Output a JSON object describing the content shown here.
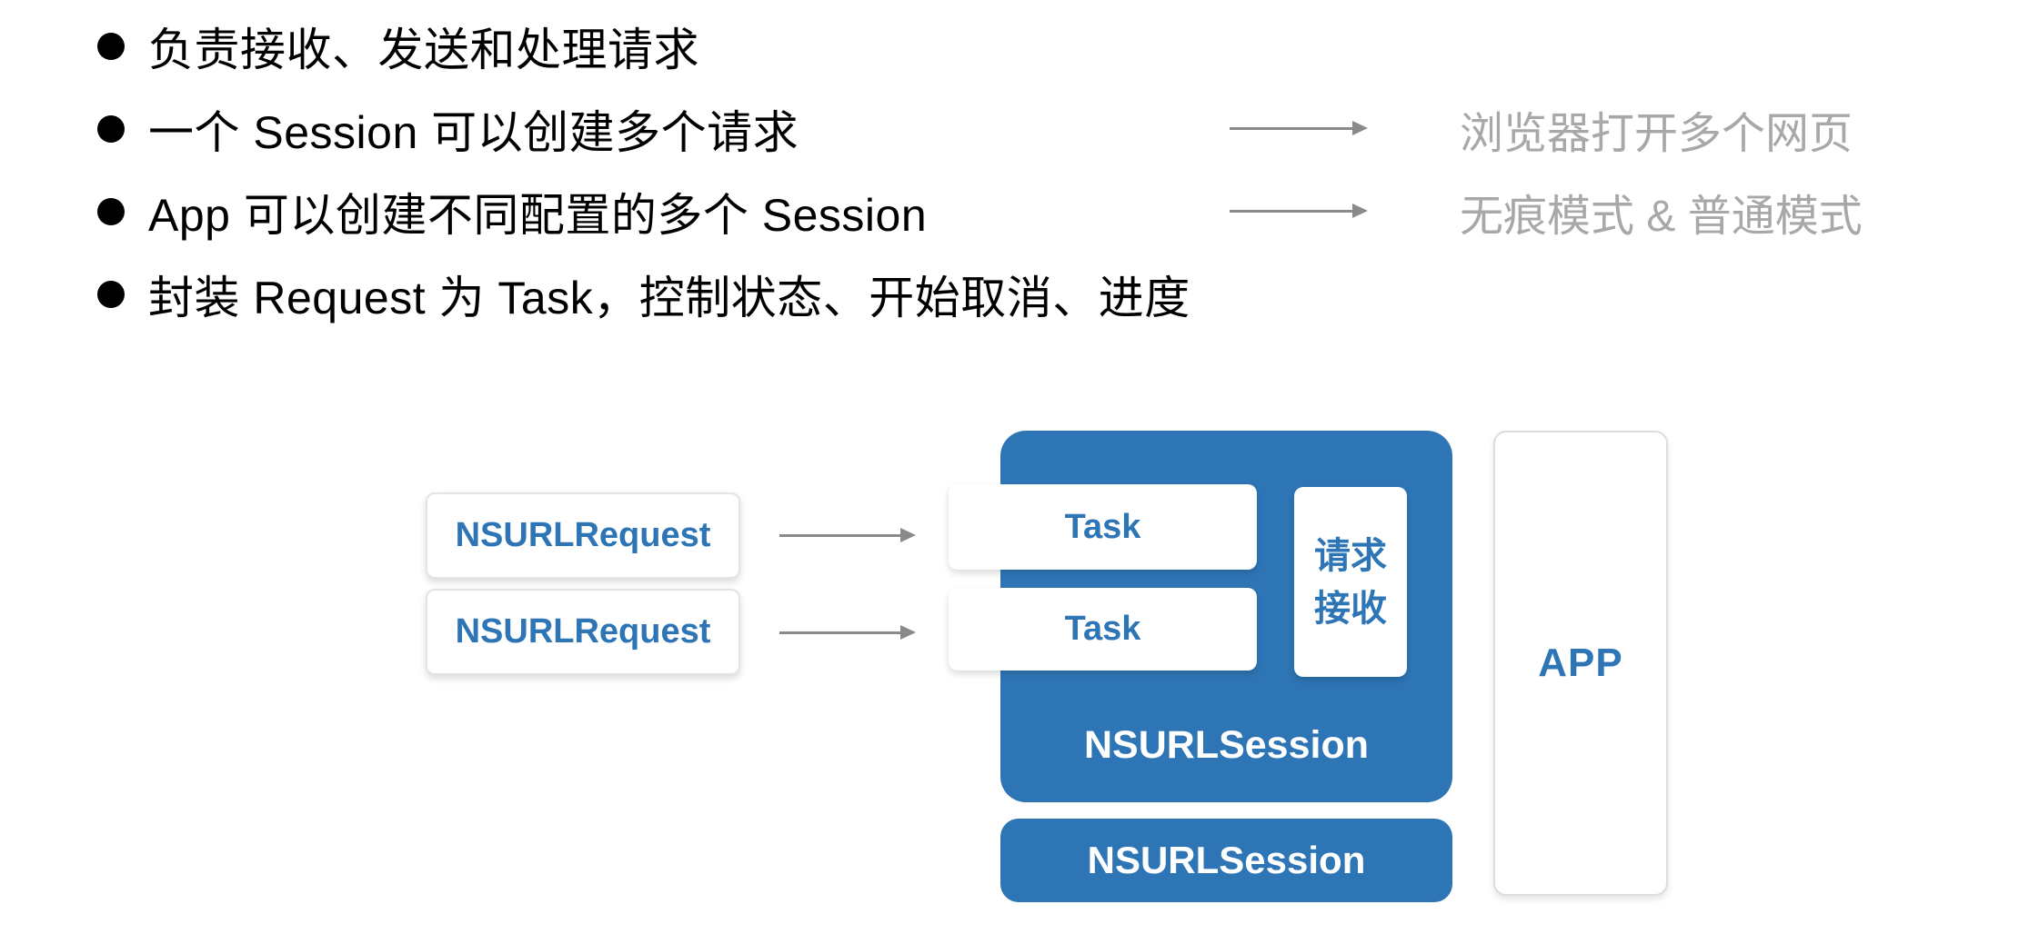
{
  "colors": {
    "accent_blue": "#2e75b6",
    "text_black": "#000000",
    "muted_gray_text": "#a8a8a8",
    "arrow_gray": "#8a8a8a",
    "box_border": "#e3e3e3",
    "white": "#ffffff"
  },
  "bullets": {
    "items": [
      {
        "text": "负责接收、发送和处理请求",
        "annotation": ""
      },
      {
        "text": "一个 Session 可以创建多个请求",
        "annotation": "浏览器打开多个网页"
      },
      {
        "text": "App 可以创建不同配置的多个 Session",
        "annotation": "无痕模式 & 普通模式"
      },
      {
        "text": "封装 Request 为 Task，控制状态、开始取消、进度",
        "annotation": ""
      }
    ]
  },
  "diagram": {
    "requests": [
      {
        "label": "NSURLRequest"
      },
      {
        "label": "NSURLRequest"
      }
    ],
    "session": {
      "tasks": [
        {
          "label": "Task"
        },
        {
          "label": "Task"
        }
      ],
      "receiver": {
        "line1": "请求",
        "line2": "接收"
      },
      "label": "NSURLSession"
    },
    "session2": {
      "label": "NSURLSession"
    },
    "app": {
      "label": "APP"
    }
  }
}
